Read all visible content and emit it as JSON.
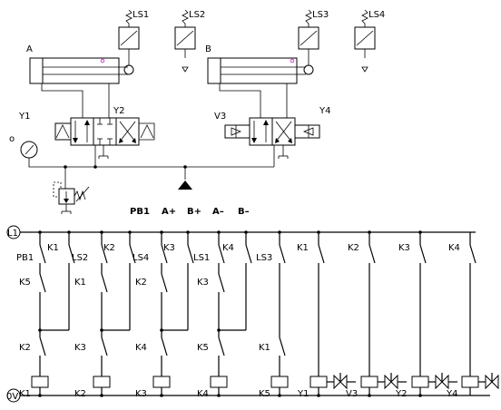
{
  "pneumatic": {
    "cylinders": [
      {
        "id": "cyl-a",
        "label": "A"
      },
      {
        "id": "cyl-b",
        "label": "B"
      }
    ],
    "limit_switches": [
      "LS1",
      "LS2",
      "LS3",
      "LS4"
    ],
    "valves": [
      {
        "id": "valve-1",
        "left_label": "Y1",
        "right_label": "Y2"
      },
      {
        "id": "valve-2",
        "left_label": "V3",
        "right_label": "Y4"
      }
    ],
    "gauge_label": "o"
  },
  "sequence": {
    "items": [
      "PB1",
      "A+",
      "B+",
      "A–",
      "B–"
    ]
  },
  "ladder": {
    "rails": {
      "top": "L1",
      "bottom": "0V"
    },
    "row1_labels": [
      "PB1",
      "K1",
      "LS2",
      "K2",
      "LS4",
      "K3",
      "LS1",
      "K4",
      "LS3",
      "K1",
      "K2",
      "K3",
      "K4"
    ],
    "row2_labels": [
      "K5",
      "K1",
      "K2",
      "K3"
    ],
    "row3_labels": [
      "K2",
      "K3",
      "K4",
      "K5",
      "K1"
    ],
    "coil_labels": [
      "K1",
      "K2",
      "K3",
      "K4",
      "K5",
      "Y1",
      "V3",
      "Y2",
      "Y4"
    ]
  }
}
